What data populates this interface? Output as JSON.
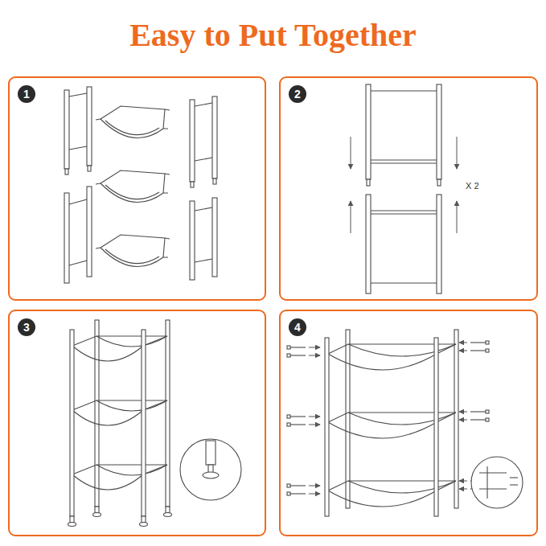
{
  "diagram": {
    "title": "Easy to Put Together",
    "nodes": [
      {
        "text": [
          "1"
        ]
      },
      {
        "text": [
          "2",
          "X 2"
        ]
      },
      {
        "text": [
          "3"
        ]
      },
      {
        "text": [
          "4"
        ]
      }
    ]
  }
}
